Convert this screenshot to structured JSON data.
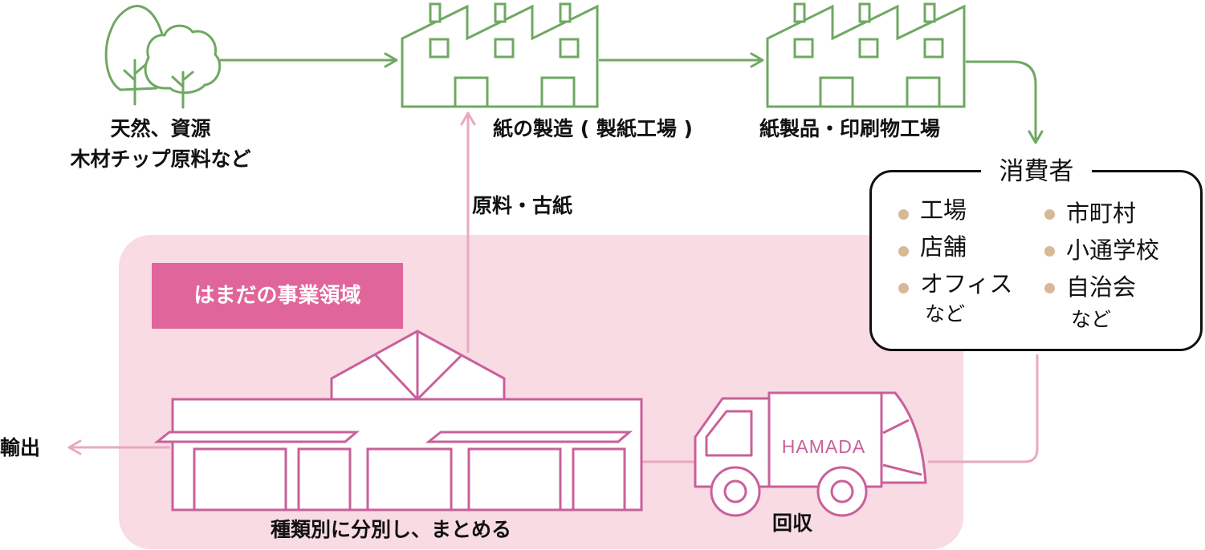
{
  "zone": {
    "title": "はまだの事業領域"
  },
  "nodes": {
    "resources": {
      "line1": "天然、資源",
      "line2": "木材チップ原料など"
    },
    "paper_mill": {
      "label": "紙の製造 ( 製紙工場 )"
    },
    "product_factory": {
      "label": "紙製品・印刷物工場"
    },
    "warehouse": {
      "label": "種類別に分別し、まとめる"
    },
    "truck": {
      "label": "回収",
      "brand": "HAMADA"
    }
  },
  "edges": {
    "raw_paper": "原料・古紙",
    "export": "輸出"
  },
  "consumers": {
    "title": "消費者",
    "left": [
      "工場",
      "店舗",
      "オフィス"
    ],
    "left_more": "など",
    "right": [
      "市町村",
      "小通学校",
      "自治会"
    ],
    "right_more": "など"
  },
  "colors": {
    "green": "#6fa862",
    "pink": "#c9609a",
    "light_pink": "#e9a9c2",
    "zone_bg": "#f8dbe3",
    "zone_title_bg": "#e0659a",
    "bullet": "#d8b897"
  }
}
